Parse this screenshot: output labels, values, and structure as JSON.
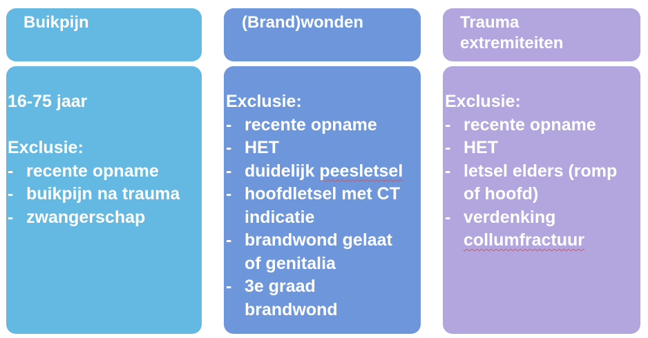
{
  "columns": [
    {
      "header": [
        "Buikpijn"
      ],
      "age": "16-75 jaar",
      "exclusion_label": "Exclusie:",
      "items": [
        [
          "recente opname"
        ],
        [
          "buikpijn na trauma"
        ],
        [
          "zwangerschap"
        ]
      ]
    },
    {
      "header": [
        "(Brand)wonden"
      ],
      "exclusion_label": "Exclusie:",
      "items": [
        [
          "recente opname"
        ],
        [
          "HET"
        ],
        [
          "duidelijk peesletsel"
        ],
        [
          "hoofdletsel met CT",
          "indicatie"
        ],
        [
          "brandwond gelaat",
          "of genitalia"
        ],
        [
          "3e graad",
          "brandwond"
        ]
      ]
    },
    {
      "header": [
        "Trauma",
        "extremiteiten"
      ],
      "exclusion_label": "Exclusie:",
      "items": [
        [
          "recente opname"
        ],
        [
          "HET"
        ],
        [
          "letsel elders (romp",
          "of hoofd)"
        ],
        [
          "verdenking",
          "collumfractuur"
        ]
      ]
    }
  ],
  "dash": "-",
  "colors": {
    "col1": "#63b9e2",
    "col2": "#6e96db",
    "col3": "#b3a6de",
    "text": "#ffffff",
    "spellcheck_underline": "#d9534f"
  }
}
